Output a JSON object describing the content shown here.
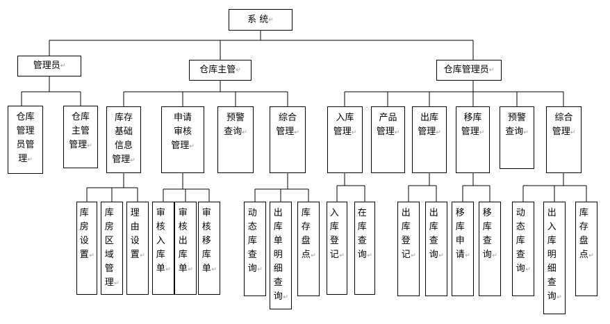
{
  "nodes": {
    "root": "系 统",
    "admin": "管理员",
    "supervisor": "仓库主管",
    "keeper": "仓库管理员",
    "admin_keeper_mgmt": "仓库\n管理\n员管\n理",
    "admin_supervisor_mgmt": "仓库\n主管\n管理",
    "sup_stock_info": "库存\n基础\n信息\n管理",
    "sup_apply_audit": "申请\n审核\n管理",
    "sup_alert_query": "预警\n查询",
    "sup_general_mgmt": "综合\n管理",
    "info_room_setting": "库房设置",
    "info_zone_mgmt": "库房区域管理",
    "info_reason_setting": "理由设置",
    "audit_in": "审核入库单",
    "audit_out": "审核出库单",
    "audit_move": "审核移库单",
    "gen_dynamic_query": "动态库查询",
    "gen_out_detail_query": "出库单明细查询",
    "gen_stock_check": "库存盘点",
    "kp_in_mgmt": "入库\n管理",
    "kp_product_mgmt": "产品\n管理",
    "kp_out_mgmt": "出库\n管理",
    "kp_move_mgmt": "移库\n管理",
    "kp_alert_query": "预警\n查询",
    "kp_general_mgmt": "综合\n管理",
    "in_register": "入库登记",
    "in_query": "在库查询",
    "out_register": "出库登记",
    "out_query": "出库查询",
    "move_apply": "移库申请",
    "move_query": "移库查询",
    "kg_dynamic_query": "动态库查询",
    "kg_inout_detail_query": "出入库明细查询",
    "kg_stock_check": "库存盘点"
  },
  "return_mark": "↵"
}
